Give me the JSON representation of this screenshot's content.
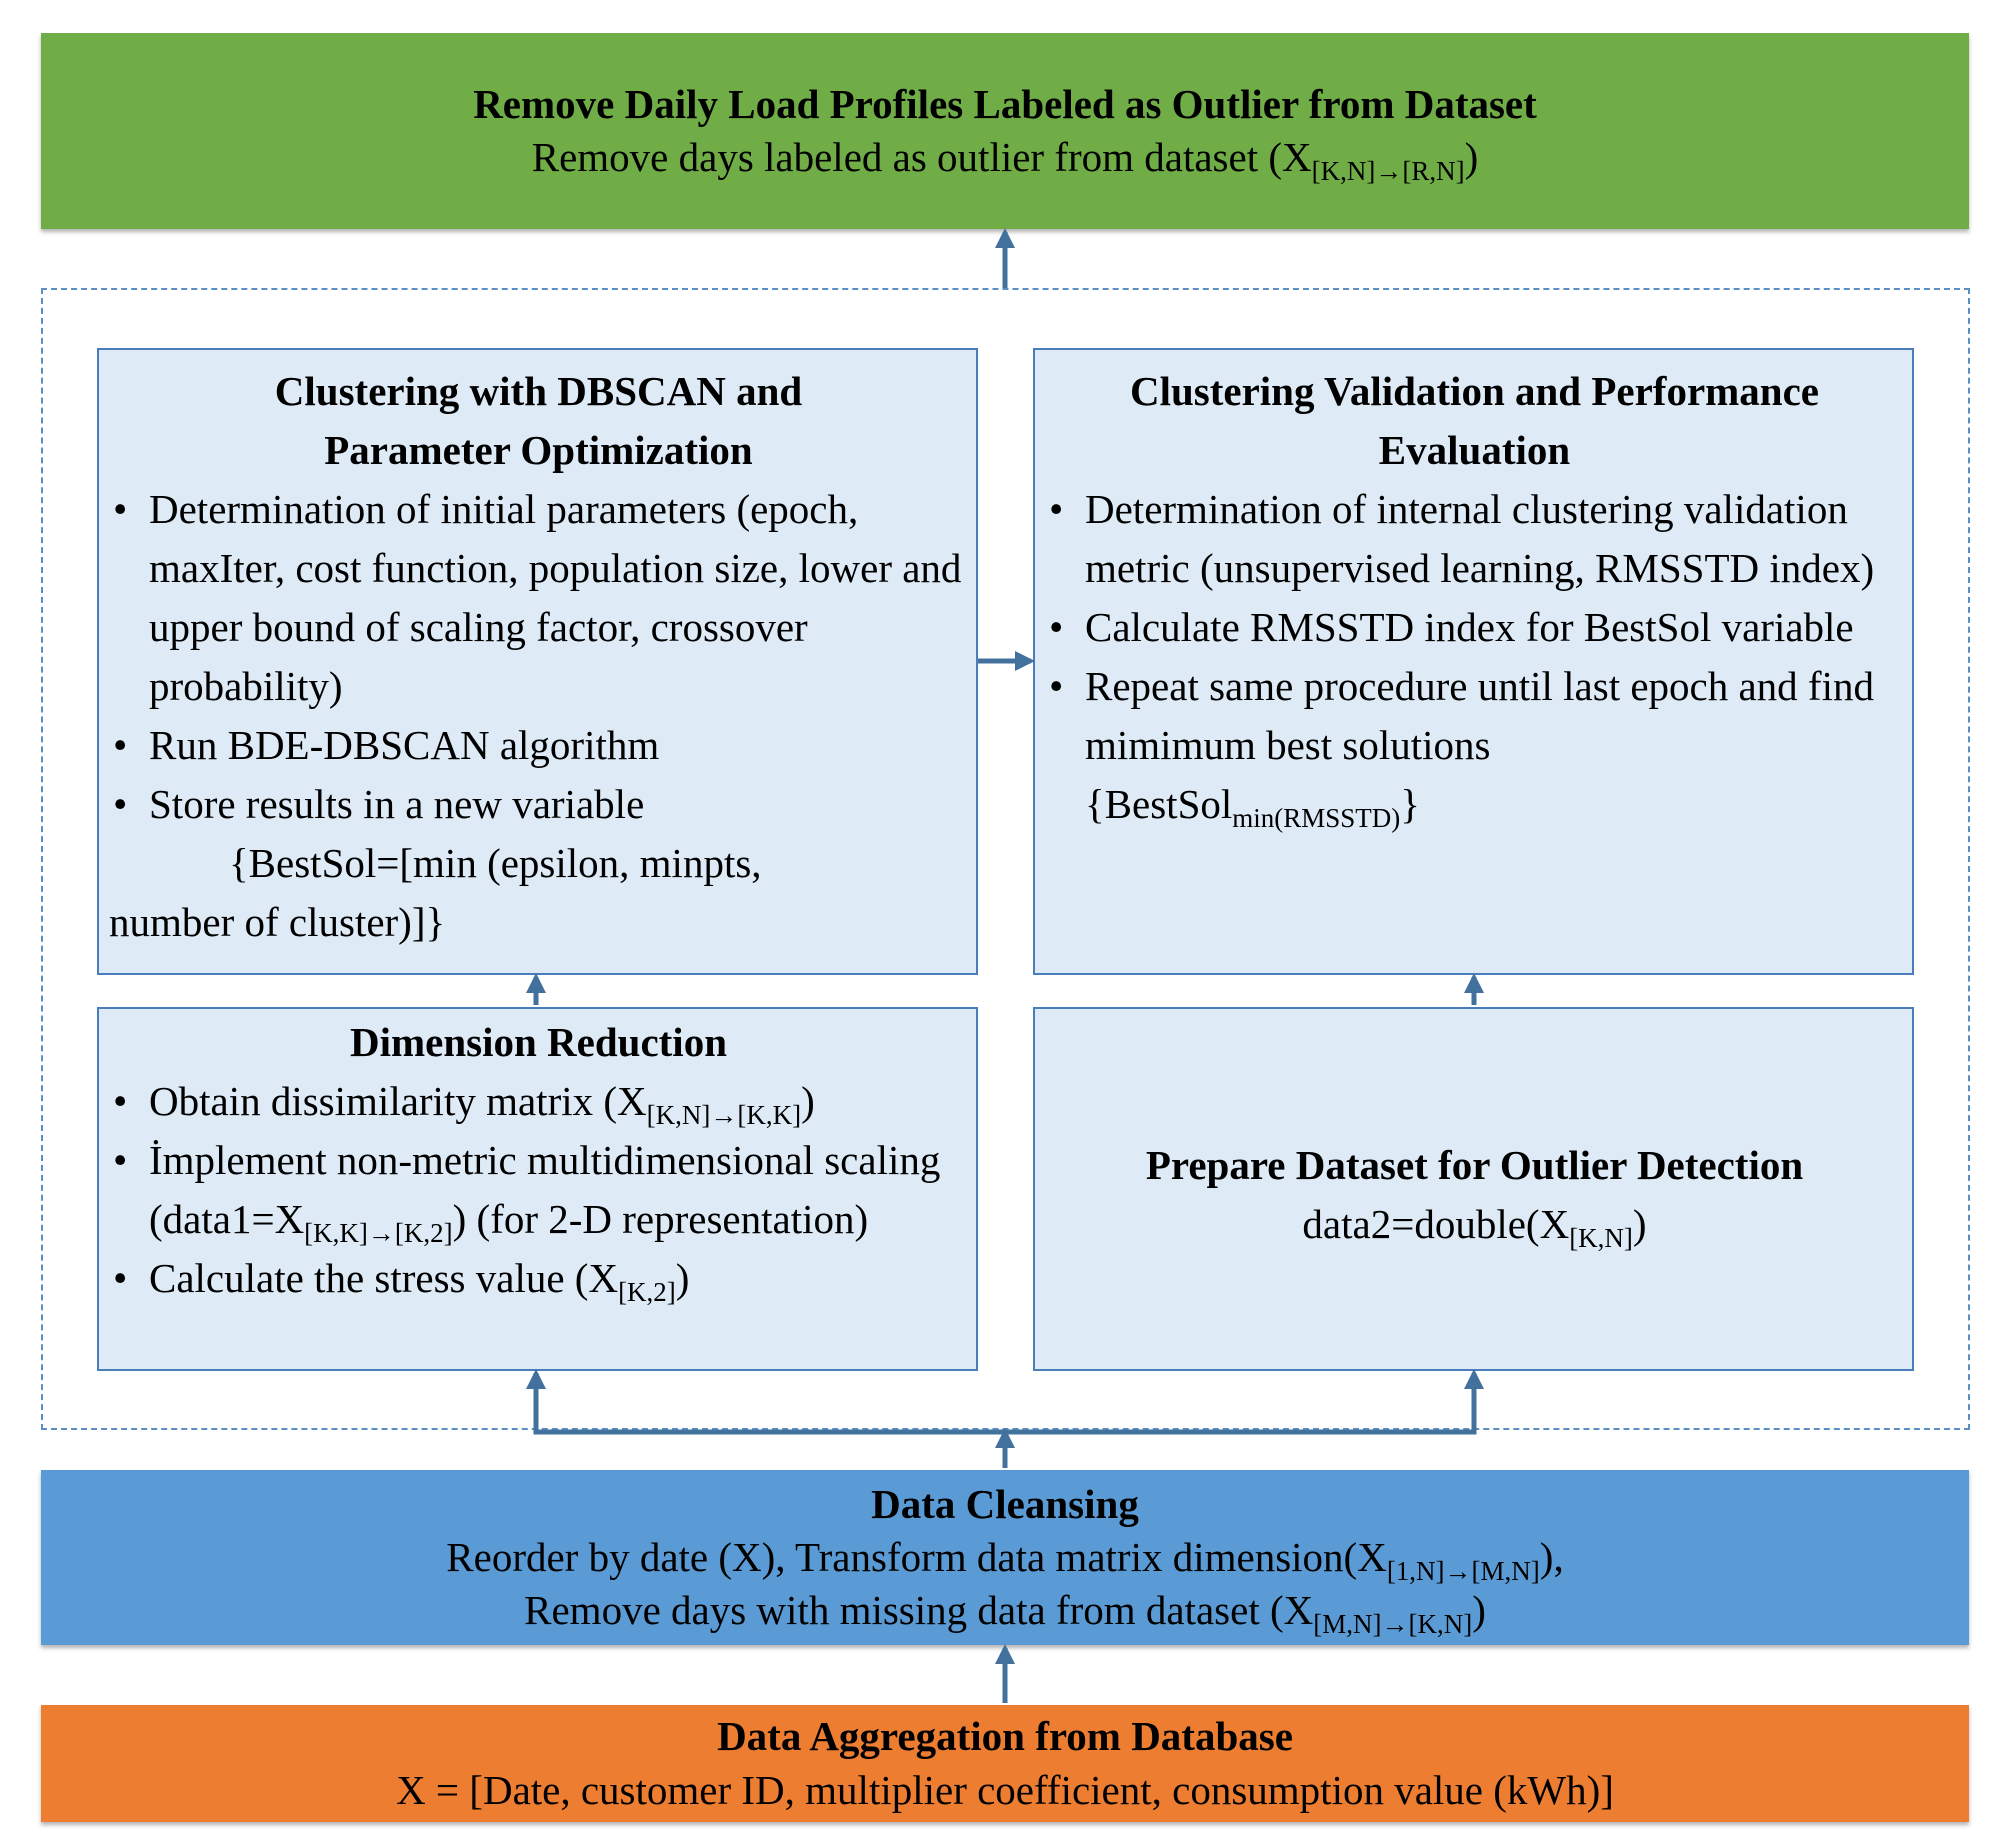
{
  "top": {
    "title": "Remove Daily Load Profiles Labeled as Outlier from Dataset",
    "text": "Remove days labeled as outlier from dataset (X",
    "sub": "[K,N]→[R,N]",
    "close": ")"
  },
  "clustering": {
    "title_line1": "Clustering with DBSCAN and",
    "title_line2": "Parameter Optimization",
    "bullet1": "Determination of initial parameters (epoch, maxIter, cost function, population size, lower and upper bound of scaling factor, crossover probability)",
    "bullet2": "Run BDE-DBSCAN algorithm",
    "bullet3": "Store results in a new variable",
    "cont1": "{BestSol=[min (epsilon, minpts,",
    "cont2": "number of cluster)]}"
  },
  "validation": {
    "title_line1": "Clustering Validation and Performance",
    "title_line2": "Evaluation",
    "bullet1": "Determination of internal clustering validation metric (unsupervised learning, RMSSTD index)",
    "bullet2": "Calculate RMSSTD index for BestSol variable",
    "bullet3": "Repeat same procedure until last epoch and find mimimum best solutions",
    "cont_text": "{BestSol",
    "cont_sub": "min(RMSSTD)",
    "cont_close": "}"
  },
  "dimension": {
    "title": "Dimension Reduction",
    "b1_text": "Obtain dissimilarity matrix (X",
    "b1_sub": "[K,N]→[K,K]",
    "b1_close": ")",
    "b2_text1": "İmplement non-metric multidimensional scaling (data1=X",
    "b2_sub": "[K,K]→[K,2]",
    "b2_text2": ") (for 2-D representation)",
    "b3_text": "Calculate the stress value (X",
    "b3_sub": "[K,2]",
    "b3_close": ")"
  },
  "prepare": {
    "title": "Prepare Dataset for Outlier Detection",
    "text": "data2=double(X",
    "sub": "[K,N]",
    "close": ")"
  },
  "cleansing": {
    "title": "Data Cleansing",
    "l1_text": "Reorder by date (X), Transform data matrix dimension(X",
    "l1_sub": "[1,N]→[M,N]",
    "l1_close": "),",
    "l2_text": "Remove days with missing data from dataset (X",
    "l2_sub": "[M,N]→[K,N]",
    "l2_close": ")"
  },
  "aggregation": {
    "title": "Data Aggregation from Database",
    "text": "X = [Date, customer ID, multiplier coefficient, consumption value (kWh)]"
  },
  "colors": {
    "green": "#70ad47",
    "blue": "#5b9bd5",
    "orange": "#ed7d31",
    "panel": "#deebf7",
    "arrow": "#41719c"
  }
}
